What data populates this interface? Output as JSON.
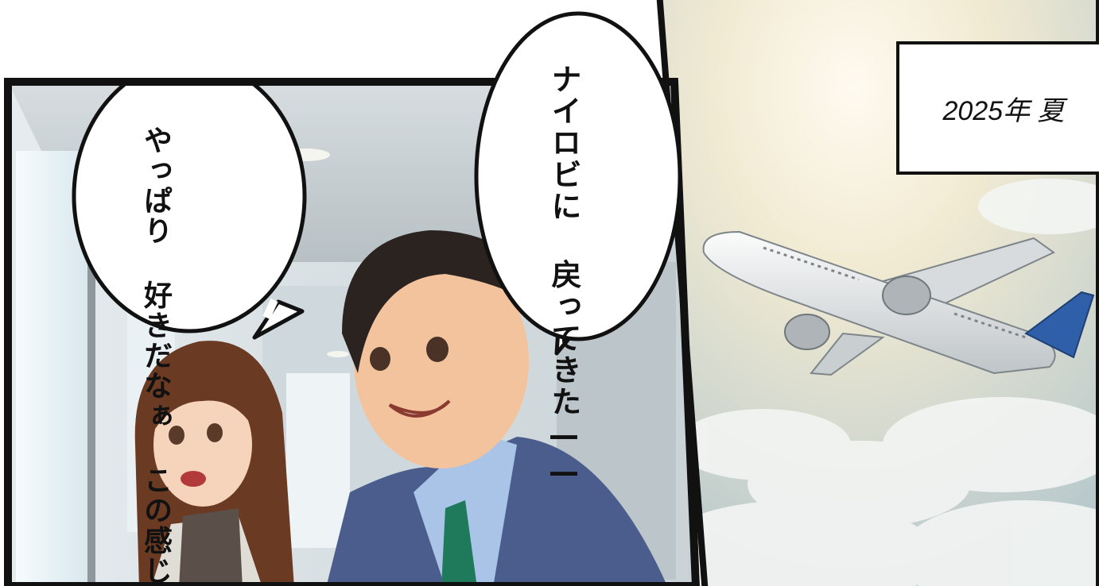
{
  "panels": {
    "airport": {
      "speech_left": "やっぱり 好きだなぁ この感じ",
      "speech_right": "ナイロビに 戻ってきた——"
    },
    "sky": {
      "caption": "2025年 夏"
    }
  },
  "colors": {
    "panel_border": "#111111",
    "suit": "#4a5d8c",
    "tie": "#1f7a5c",
    "hair_woman": "#6b3a22",
    "hair_man": "#2a2320",
    "sky_top": "#f4ecd2",
    "sky_bottom": "#b9c9cc",
    "tail_fin": "#2f5fa8"
  }
}
